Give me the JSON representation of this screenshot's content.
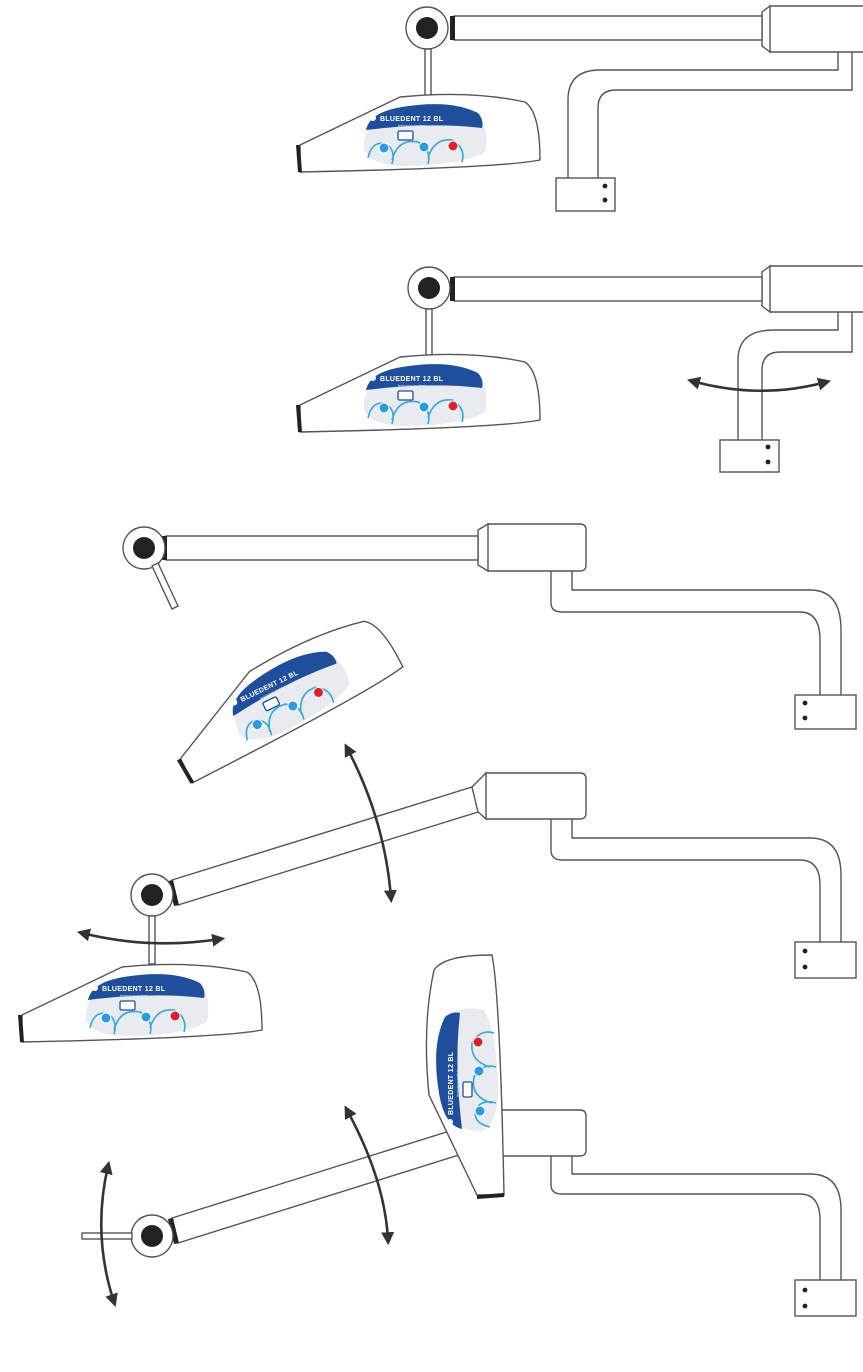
{
  "lamp_panel": {
    "brand": "BLUEDENT 12 BL",
    "subtitle": "technology medical"
  },
  "colors": {
    "panel_blue": "#1f4e9c",
    "panel_light": "#e8ebef",
    "swirl": "#39a6de",
    "button_blue": "#2a9be0",
    "button_red": "#e01f2b",
    "outline": "#555555",
    "pivot": "#222222"
  },
  "configurations": [
    {
      "id": "config-1",
      "description": ""
    },
    {
      "id": "config-2",
      "description": ""
    },
    {
      "id": "config-3",
      "description": ""
    },
    {
      "id": "config-4",
      "description": ""
    },
    {
      "id": "config-5",
      "description": ""
    }
  ]
}
